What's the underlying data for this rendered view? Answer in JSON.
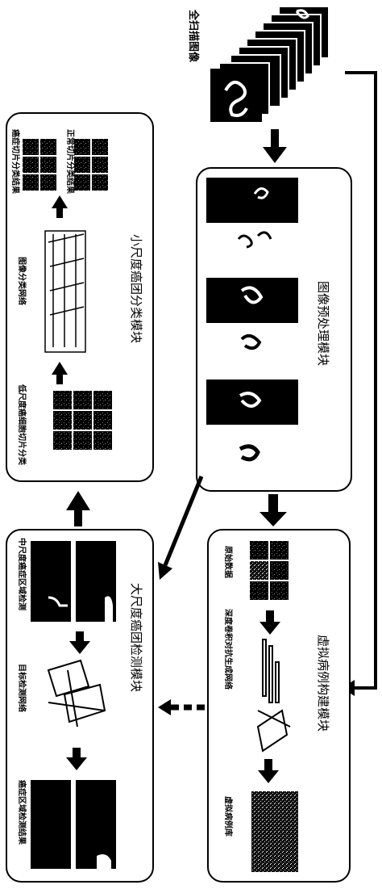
{
  "top_label": "全扫描图像",
  "modules": {
    "preprocess": "图像预处理模块",
    "virtual": "虚拟病例构建模块",
    "large_detect": "大尺度癌团检测模块",
    "small_classify": "小尺度癌团分类模块"
  },
  "virtual_labels": {
    "raw_data": "原始数据",
    "gan": "深度卷积对抗生成网络",
    "library": "虚拟病例库"
  },
  "large_labels": {
    "input": "中尺度癌症区域检测",
    "network": "目标检测网络",
    "result": "癌症区域检测结果"
  },
  "small_labels": {
    "input": "低尺度癌细胞切片分类",
    "network": "图像分类网络",
    "result_normal": "正常切片分类结果",
    "result_cancer": "癌症切片分类结果"
  },
  "colors": {
    "ink": "#000000",
    "paper": "#ffffff"
  }
}
